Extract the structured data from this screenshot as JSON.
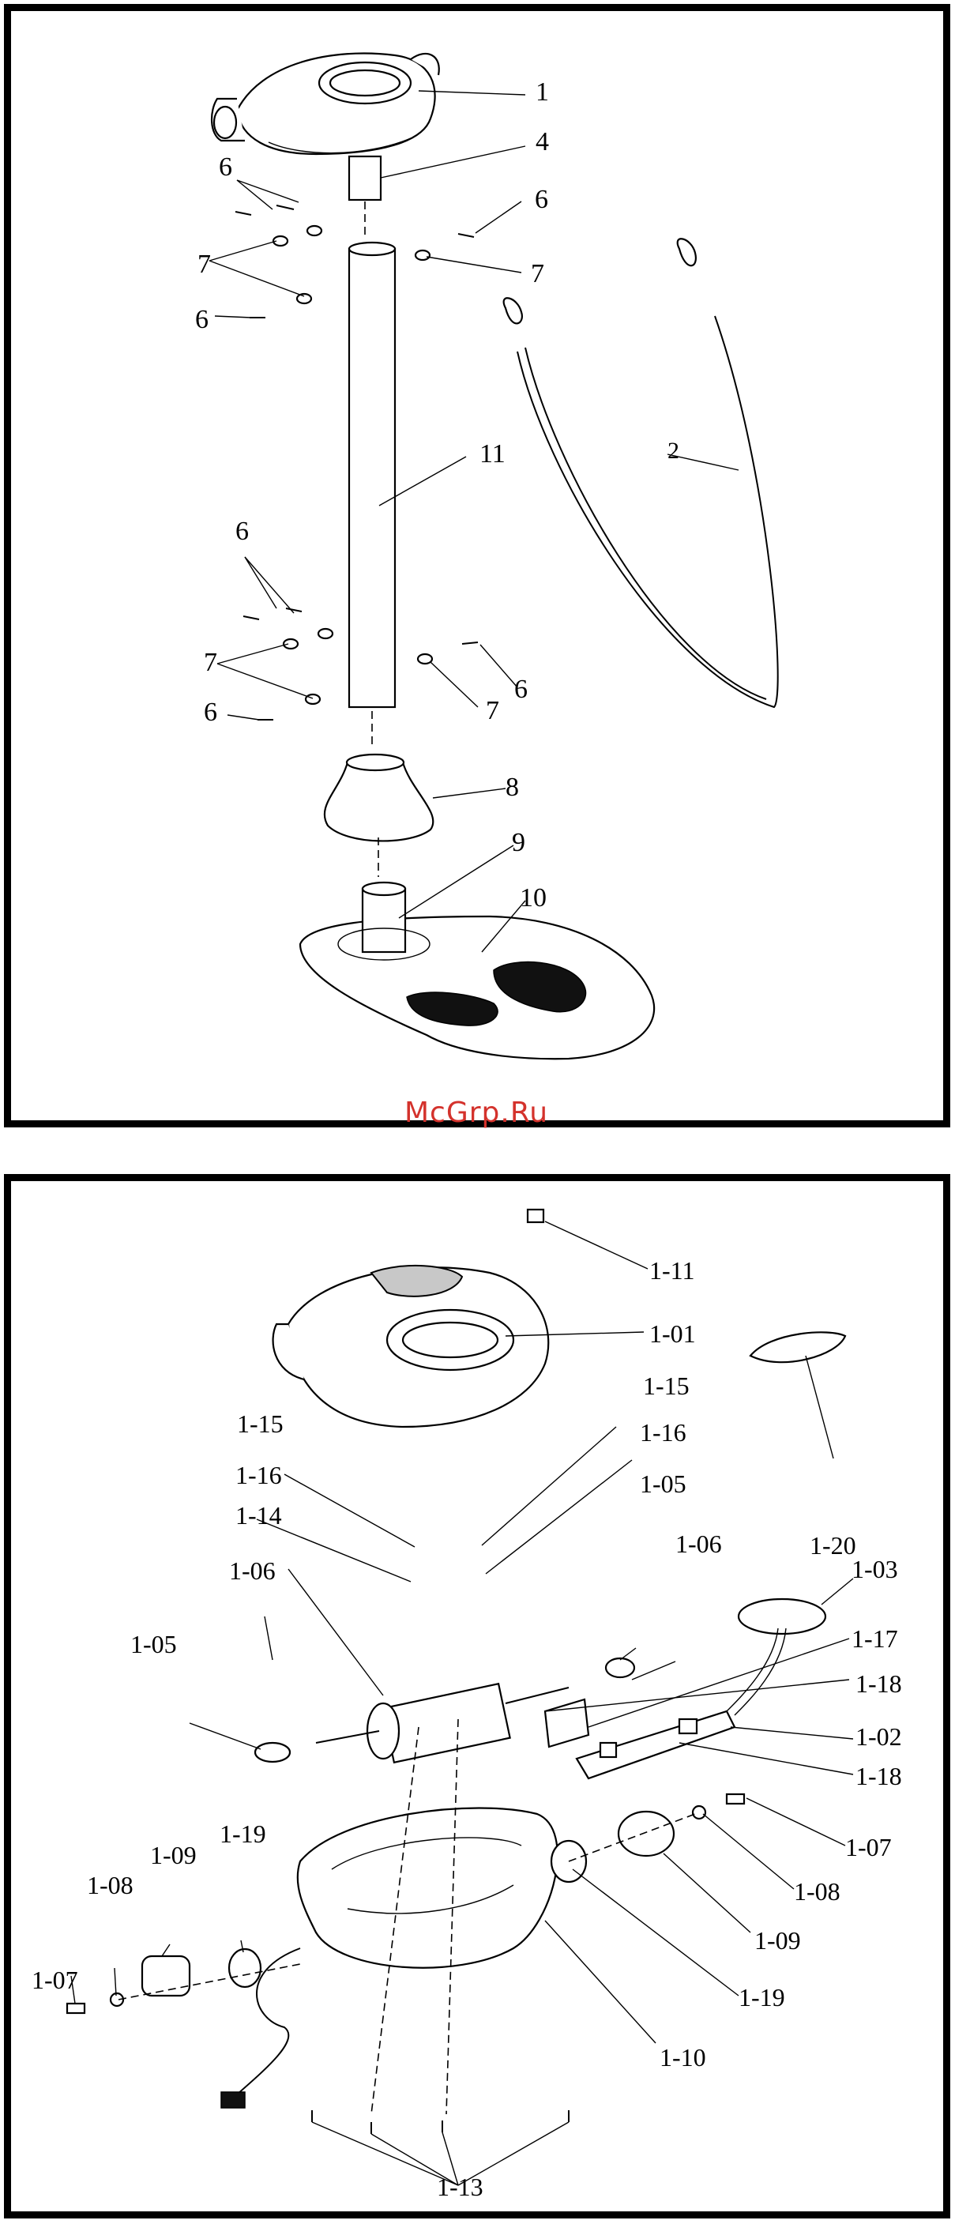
{
  "watermark": "McGrp.Ru",
  "top_labels": {
    "l1": "1",
    "l4": "4",
    "l6a": "6",
    "l6b": "6",
    "l6c": "6",
    "l7a": "7",
    "l7b": "7",
    "l11": "11",
    "l2": "2",
    "l6d": "6",
    "l7c": "7",
    "l6e": "6",
    "l7d": "7",
    "l6f": "6",
    "l8": "8",
    "l9": "9",
    "l10": "10"
  },
  "bottom_labels": {
    "p111": "1-11",
    "p101": "1-01",
    "p115a": "1-15",
    "p115b": "1-15",
    "p116a": "1-16",
    "p116b": "1-16",
    "p114": "1-14",
    "p105a": "1-05",
    "p106a": "1-06",
    "p106b": "1-06",
    "p105b": "1-05",
    "p120": "1-20",
    "p103": "1-03",
    "p117": "1-17",
    "p118a": "1-18",
    "p102": "1-02",
    "p118b": "1-18",
    "p107a": "1-07",
    "p108a": "1-08",
    "p109a": "1-09",
    "p119a": "1-19",
    "p108b": "1-08",
    "p109b": "1-09",
    "p107b": "1-07",
    "p119b": "1-19",
    "p110": "1-10",
    "p113": "1-13"
  }
}
